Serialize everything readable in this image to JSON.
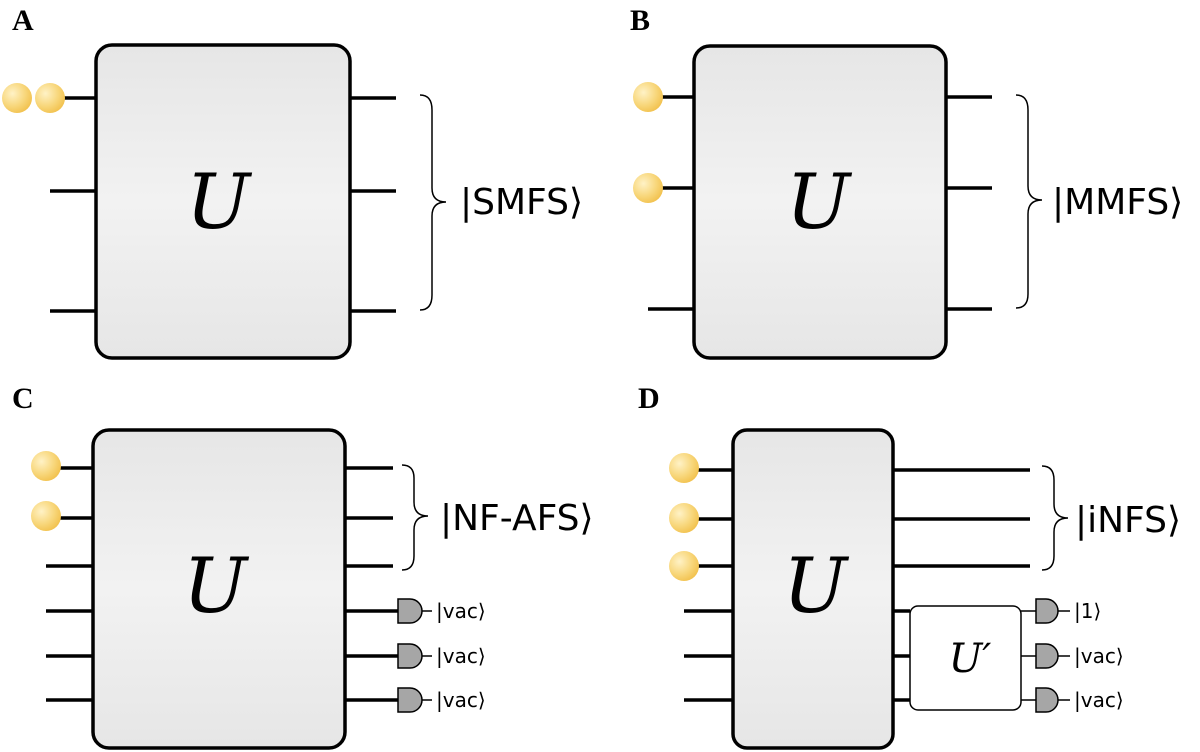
{
  "panels": [
    {
      "label": "A",
      "unitary": "U",
      "state": "|SMFS⟩"
    },
    {
      "label": "B",
      "unitary": "U",
      "state": "|MMFS⟩"
    },
    {
      "label": "C",
      "unitary": "U",
      "state": "|NF-AFS⟩",
      "detector_outcomes": [
        "|vac⟩",
        "|vac⟩",
        "|vac⟩"
      ]
    },
    {
      "label": "D",
      "unitary": "U",
      "inner_unitary": "U′",
      "state": "|iNFS⟩",
      "detector_outcomes": [
        "|1⟩",
        "|vac⟩",
        "|vac⟩"
      ]
    }
  ],
  "colors": {
    "photon": "#f5c95a",
    "box": "#e9e9e9",
    "detector": "#a6a6a6"
  }
}
